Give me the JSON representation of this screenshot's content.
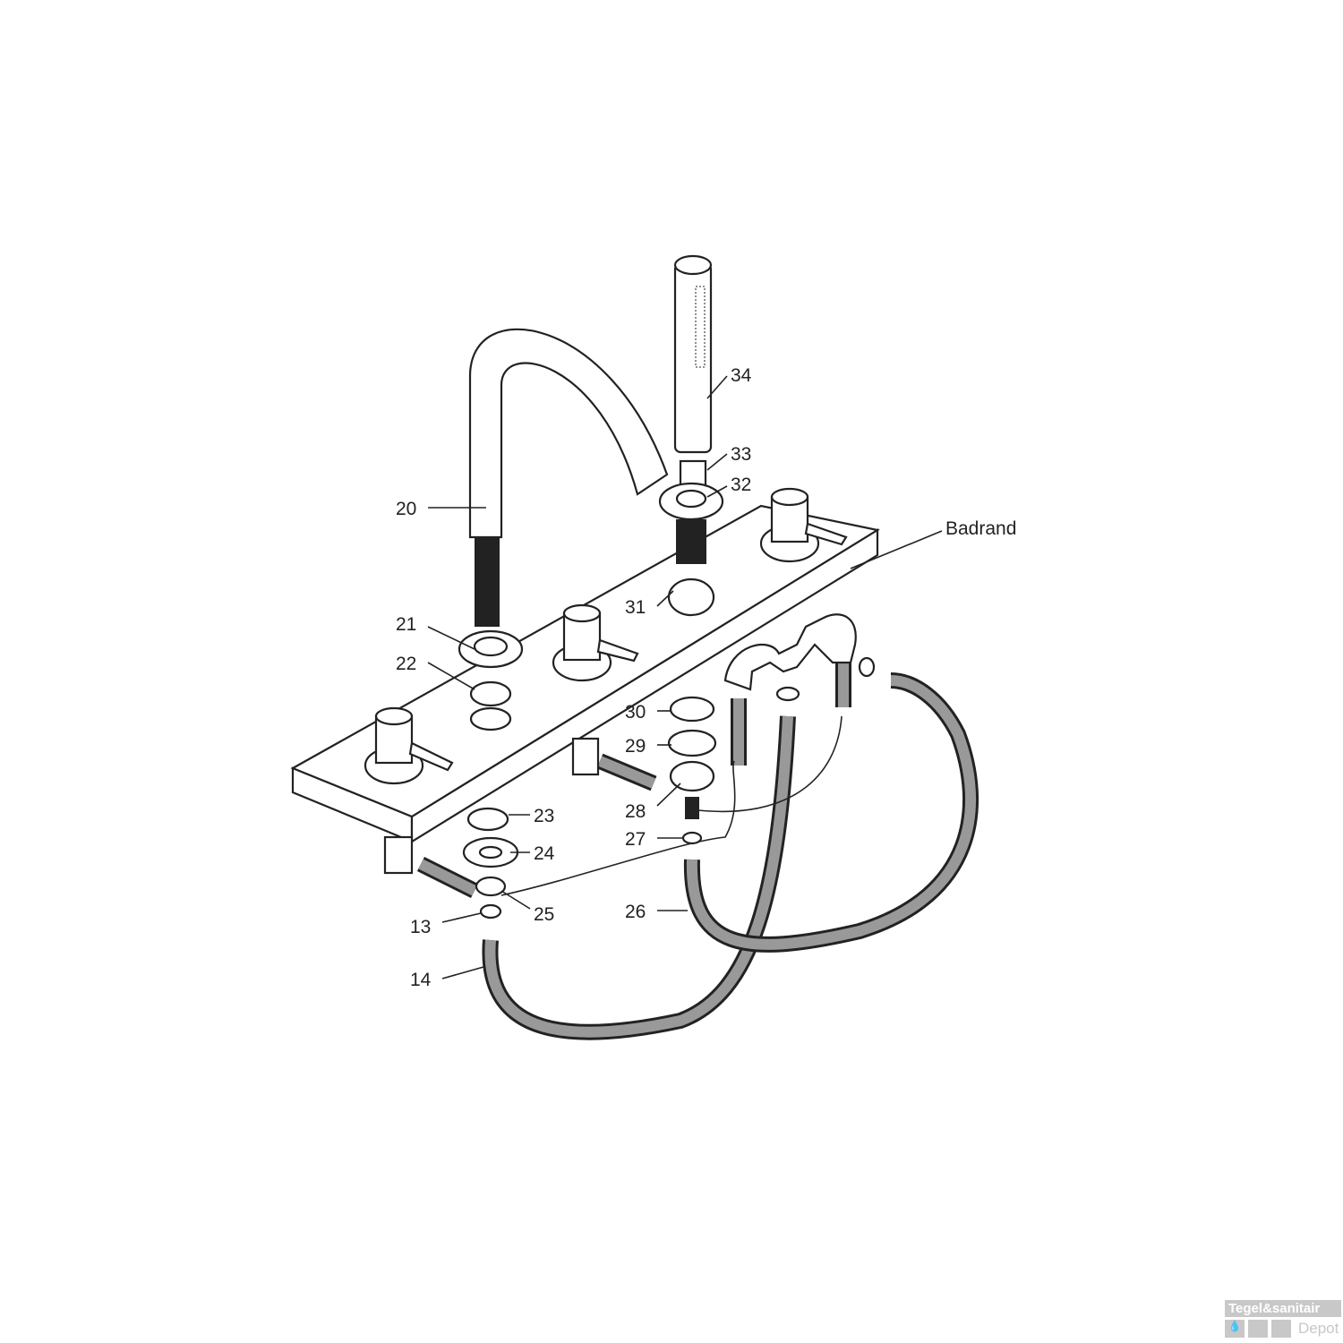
{
  "diagram": {
    "labels": {
      "p13": "13",
      "p14": "14",
      "p20": "20",
      "p21": "21",
      "p22": "22",
      "p23": "23",
      "p24": "24",
      "p25": "25",
      "p26": "26",
      "p27": "27",
      "p28": "28",
      "p29": "29",
      "p30": "30",
      "p31": "31",
      "p32": "32",
      "p33": "33",
      "p34": "34",
      "badrand": "Badrand"
    }
  },
  "watermark": {
    "line1": "Tegel&sanitair",
    "line2": "Depot",
    "icon": "water-drop-icon"
  }
}
